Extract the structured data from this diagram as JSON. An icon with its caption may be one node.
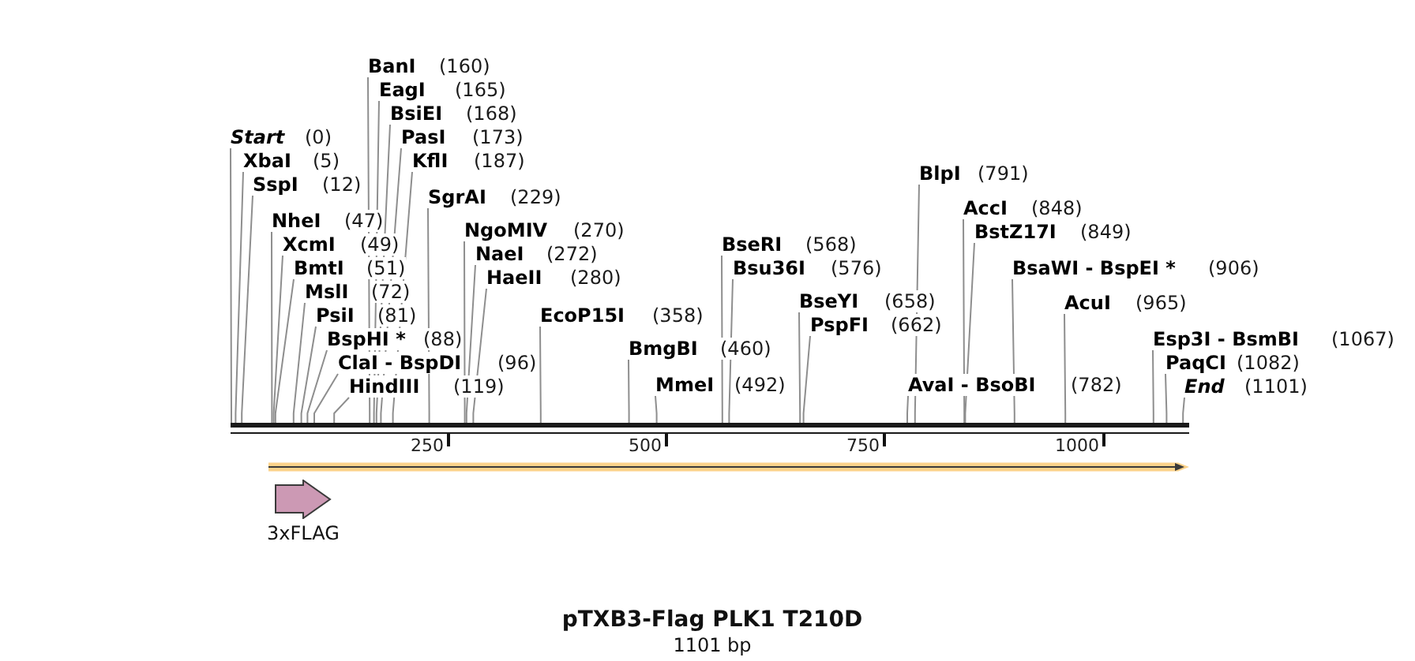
{
  "diagram": {
    "title": "pTXB3-Flag PLK1 T210D",
    "caption": "1101 bp",
    "nodes": [
      {
        "text": [
          "Start",
          "(0)"
        ]
      },
      {
        "text": [
          "XbaI",
          "(5)"
        ]
      },
      {
        "text": [
          "SspI",
          "(12)"
        ]
      },
      {
        "text": [
          "NheI",
          "(47)"
        ]
      },
      {
        "text": [
          "XcmI",
          "(49)"
        ]
      },
      {
        "text": [
          "BmtI",
          "(51)"
        ]
      },
      {
        "text": [
          "MslI",
          "(72)"
        ]
      },
      {
        "text": [
          "PsiI",
          "(81)"
        ]
      },
      {
        "text": [
          "BspHI *",
          "(88)"
        ]
      },
      {
        "text": [
          "ClaI - BspDI",
          "(96)"
        ]
      },
      {
        "text": [
          "HindIII",
          "(119)"
        ]
      },
      {
        "text": [
          "BanI",
          "(160)"
        ]
      },
      {
        "text": [
          "EagI",
          "(165)"
        ]
      },
      {
        "text": [
          "BsiEI",
          "(168)"
        ]
      },
      {
        "text": [
          "PasI",
          "(173)"
        ]
      },
      {
        "text": [
          "KflI",
          "(187)"
        ]
      },
      {
        "text": [
          "SgrAI",
          "(229)"
        ]
      },
      {
        "text": [
          "NgoMIV",
          "(270)"
        ]
      },
      {
        "text": [
          "NaeI",
          "(272)"
        ]
      },
      {
        "text": [
          "HaeII",
          "(280)"
        ]
      },
      {
        "text": [
          "EcoP15I",
          "(358)"
        ]
      },
      {
        "text": [
          "BmgBI",
          "(460)"
        ]
      },
      {
        "text": [
          "MmeI",
          "(492)"
        ]
      },
      {
        "text": [
          "BseRI",
          "(568)"
        ]
      },
      {
        "text": [
          "Bsu36I",
          "(576)"
        ]
      },
      {
        "text": [
          "BseYI",
          "(658)"
        ]
      },
      {
        "text": [
          "PspFI",
          "(662)"
        ]
      },
      {
        "text": [
          "AvaI - BsoBI",
          "(782)"
        ]
      },
      {
        "text": [
          "BlpI",
          "(791)"
        ]
      },
      {
        "text": [
          "AccI",
          "(848)"
        ]
      },
      {
        "text": [
          "BstZ17I",
          "(849)"
        ]
      },
      {
        "text": [
          "BsaWI - BspEI *",
          "(906)"
        ]
      },
      {
        "text": [
          "AcuI",
          "(965)"
        ]
      },
      {
        "text": [
          "Esp3I - BsmBI",
          "(1067)"
        ]
      },
      {
        "text": [
          "PaqCI",
          "(1082)"
        ]
      },
      {
        "text": [
          "End",
          "(1101)"
        ]
      },
      {
        "text": [],
        "shape": "bar"
      },
      {
        "text": [
          "3xFLAG"
        ]
      }
    ],
    "edges": [
      {
        "from": 0,
        "to": 36,
        "arrow": "none"
      },
      {
        "from": 1,
        "to": 36,
        "arrow": "none"
      },
      {
        "from": 2,
        "to": 36,
        "arrow": "none"
      },
      {
        "from": 3,
        "to": 36,
        "arrow": "none"
      },
      {
        "from": 4,
        "to": 36,
        "arrow": "none"
      },
      {
        "from": 5,
        "to": 36,
        "arrow": "none"
      },
      {
        "from": 6,
        "to": 36,
        "arrow": "none"
      },
      {
        "from": 7,
        "to": 36,
        "arrow": "none"
      },
      {
        "from": 8,
        "to": 36,
        "arrow": "none"
      },
      {
        "from": 9,
        "to": 36,
        "arrow": "none"
      },
      {
        "from": 10,
        "to": 36,
        "arrow": "none"
      },
      {
        "from": 11,
        "to": 36,
        "arrow": "none"
      },
      {
        "from": 12,
        "to": 36,
        "arrow": "none"
      },
      {
        "from": 13,
        "to": 36,
        "arrow": "none"
      },
      {
        "from": 14,
        "to": 36,
        "arrow": "none"
      },
      {
        "from": 15,
        "to": 36,
        "arrow": "none"
      },
      {
        "from": 16,
        "to": 36,
        "arrow": "none"
      },
      {
        "from": 17,
        "to": 36,
        "arrow": "none"
      },
      {
        "from": 18,
        "to": 36,
        "arrow": "none"
      },
      {
        "from": 19,
        "to": 36,
        "arrow": "none"
      },
      {
        "from": 20,
        "to": 36,
        "arrow": "none"
      },
      {
        "from": 21,
        "to": 36,
        "arrow": "none"
      },
      {
        "from": 22,
        "to": 36,
        "arrow": "none"
      },
      {
        "from": 23,
        "to": 36,
        "arrow": "none"
      },
      {
        "from": 24,
        "to": 36,
        "arrow": "none"
      },
      {
        "from": 25,
        "to": 36,
        "arrow": "none"
      },
      {
        "from": 26,
        "to": 36,
        "arrow": "none"
      },
      {
        "from": 27,
        "to": 36,
        "arrow": "none"
      },
      {
        "from": 28,
        "to": 36,
        "arrow": "none"
      },
      {
        "from": 29,
        "to": 36,
        "arrow": "none"
      },
      {
        "from": 30,
        "to": 36,
        "arrow": "none"
      },
      {
        "from": 31,
        "to": 36,
        "arrow": "none"
      },
      {
        "from": 32,
        "to": 36,
        "arrow": "none"
      },
      {
        "from": 33,
        "to": 36,
        "arrow": "none"
      },
      {
        "from": 34,
        "to": 36,
        "arrow": "none"
      },
      {
        "from": 35,
        "to": 36,
        "arrow": "none"
      }
    ],
    "labels": [
      "250",
      "500",
      "750",
      "1000"
    ]
  }
}
